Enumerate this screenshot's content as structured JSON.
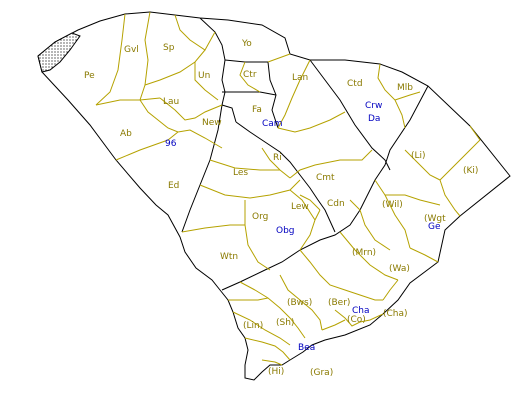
{
  "map": {
    "colors": {
      "border": "#000000",
      "county_line": "#b5a200",
      "county_label": "#8a7a00",
      "place_label": "#0000c0",
      "hatch": "#000000"
    },
    "county_labels": [
      {
        "id": "pe",
        "text": "Pe"
      },
      {
        "id": "gvl",
        "text": "Gvl"
      },
      {
        "id": "sp",
        "text": "Sp"
      },
      {
        "id": "yo",
        "text": "Yo"
      },
      {
        "id": "ctr",
        "text": "Ctr"
      },
      {
        "id": "un",
        "text": "Un"
      },
      {
        "id": "lan",
        "text": "Lan"
      },
      {
        "id": "ctd",
        "text": "Ctd"
      },
      {
        "id": "mlb",
        "text": "Mlb"
      },
      {
        "id": "lau",
        "text": "Lau"
      },
      {
        "id": "fa",
        "text": "Fa"
      },
      {
        "id": "new",
        "text": "New"
      },
      {
        "id": "ab",
        "text": "Ab"
      },
      {
        "id": "ri",
        "text": "Ri"
      },
      {
        "id": "li",
        "text": "(Li)"
      },
      {
        "id": "ki",
        "text": "(Ki)"
      },
      {
        "id": "les",
        "text": "Les"
      },
      {
        "id": "ed",
        "text": "Ed"
      },
      {
        "id": "cmt",
        "text": "Cmt"
      },
      {
        "id": "lew",
        "text": "Lew"
      },
      {
        "id": "cdn",
        "text": "Cdn"
      },
      {
        "id": "wil",
        "text": "(Wil)"
      },
      {
        "id": "org",
        "text": "Org"
      },
      {
        "id": "wgt",
        "text": "(Wgt"
      },
      {
        "id": "mrn",
        "text": "(Mrn)"
      },
      {
        "id": "wtn",
        "text": "Wtn"
      },
      {
        "id": "wa",
        "text": "(Wa)"
      },
      {
        "id": "bws",
        "text": "(Bws)"
      },
      {
        "id": "ber",
        "text": "(Ber)"
      },
      {
        "id": "cha",
        "text": "(Cha)"
      },
      {
        "id": "co",
        "text": "(Co)"
      },
      {
        "id": "lin",
        "text": "(Lin)"
      },
      {
        "id": "sh",
        "text": "(Sh)"
      },
      {
        "id": "hi",
        "text": "(Hi)"
      },
      {
        "id": "gra",
        "text": "(Gra)"
      }
    ],
    "place_labels": [
      {
        "id": "crw",
        "text": "Crw"
      },
      {
        "id": "da",
        "text": "Da"
      },
      {
        "id": "cam",
        "text": "Cam"
      },
      {
        "id": "n96",
        "text": "96"
      },
      {
        "id": "obg",
        "text": "Obg"
      },
      {
        "id": "ge",
        "text": "Ge"
      },
      {
        "id": "cha_city",
        "text": "Cha"
      },
      {
        "id": "bea",
        "text": "Bea"
      }
    ]
  }
}
